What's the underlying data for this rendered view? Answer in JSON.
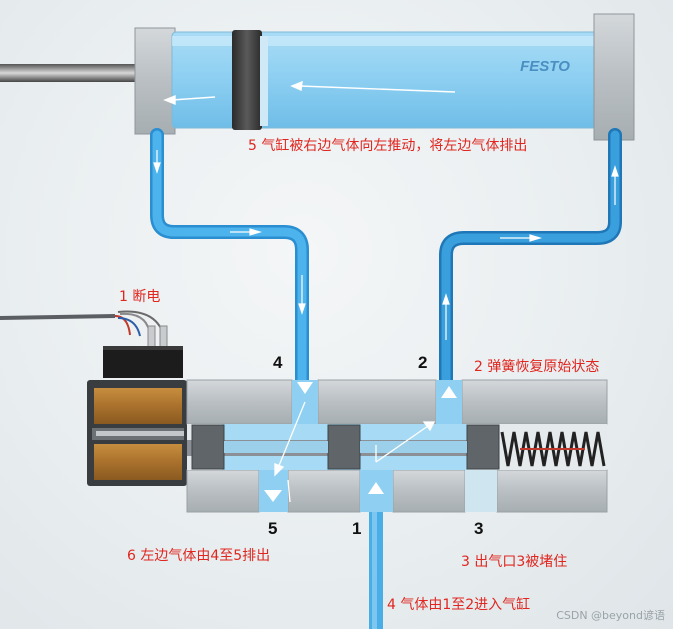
{
  "brand": "FESTO",
  "ports": {
    "p4": "4",
    "p2": "2",
    "p5": "5",
    "p1": "1",
    "p3": "3"
  },
  "annotations": {
    "cylinder": "5 气缸被右边气体向左推动，将左边气体排出",
    "power": "1 断电",
    "spring": "2 弹簧恢复原始状态",
    "exhaust": "6 左边气体由4至5排出",
    "blocked": "3 出气口3被堵住",
    "supply": "4 气体由1至2进入气缸"
  },
  "watermark": "CSDN @beyond谚语",
  "colors": {
    "air": "#4aaee6",
    "air_light": "#bfe3f7",
    "label_red": "#e0261f"
  }
}
